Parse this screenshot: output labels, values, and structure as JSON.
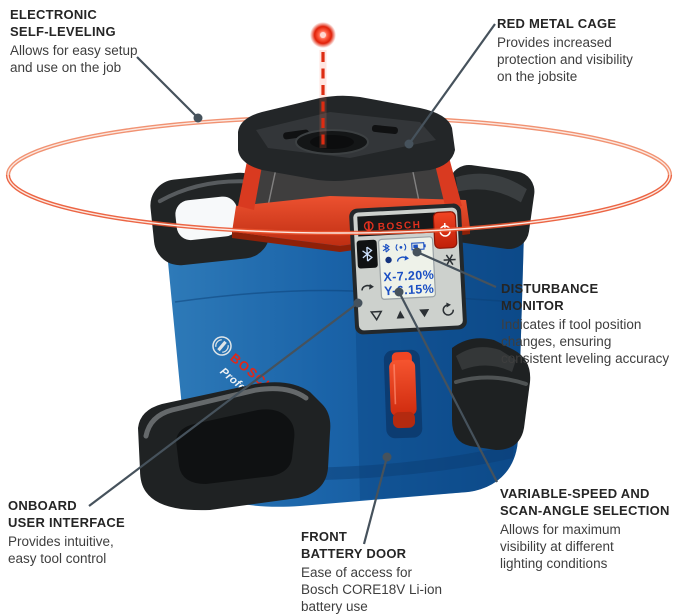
{
  "callouts": {
    "electronic_self_leveling": {
      "title": "ELECTRONIC\nSELF-LEVELING",
      "body": "Allows for easy setup\nand use on the job"
    },
    "red_metal_cage": {
      "title": "RED METAL CAGE",
      "body": "Provides increased\nprotection and visibility\non the jobsite"
    },
    "disturbance_monitor": {
      "title": "DISTURBANCE\nMONITOR",
      "body": "Indicates if tool position\nchanges, ensuring\nconsistent leveling accuracy"
    },
    "onboard_user_interface": {
      "title": "ONBOARD\nUSER INTERFACE",
      "body": "Provides intuitive,\neasy tool control"
    },
    "front_battery_door": {
      "title": "FRONT\nBATTERY DOOR",
      "body": "Ease of access for\nBosch CORE18V Li-ion\nbattery use"
    },
    "variable_speed_scan_angle": {
      "title": "VARIABLE-SPEED AND\nSCAN-ANGLE SELECTION",
      "body": "Allows for maximum\nvisibility at different\nlighting conditions"
    }
  },
  "device": {
    "body_logo": {
      "brand": "BOSCH",
      "line": "Professional"
    },
    "panel": {
      "brand": "BOSCH",
      "display": {
        "x_reading": "X-7.20%",
        "y_reading": "Y-6.15%"
      }
    },
    "icons": [
      "bluetooth-icon",
      "antenna-icon",
      "battery-icon",
      "rotation-icon",
      "power-icon",
      "scan-mode-icon",
      "plumb-laser-dot",
      "laser-plane-ring"
    ]
  },
  "colors": {
    "laser_red": "#e84e2a",
    "bosch_blue": "#1563a8",
    "cage_red": "#d93a20",
    "brand_red": "#e02a1c",
    "leader_gray": "#46525c"
  }
}
